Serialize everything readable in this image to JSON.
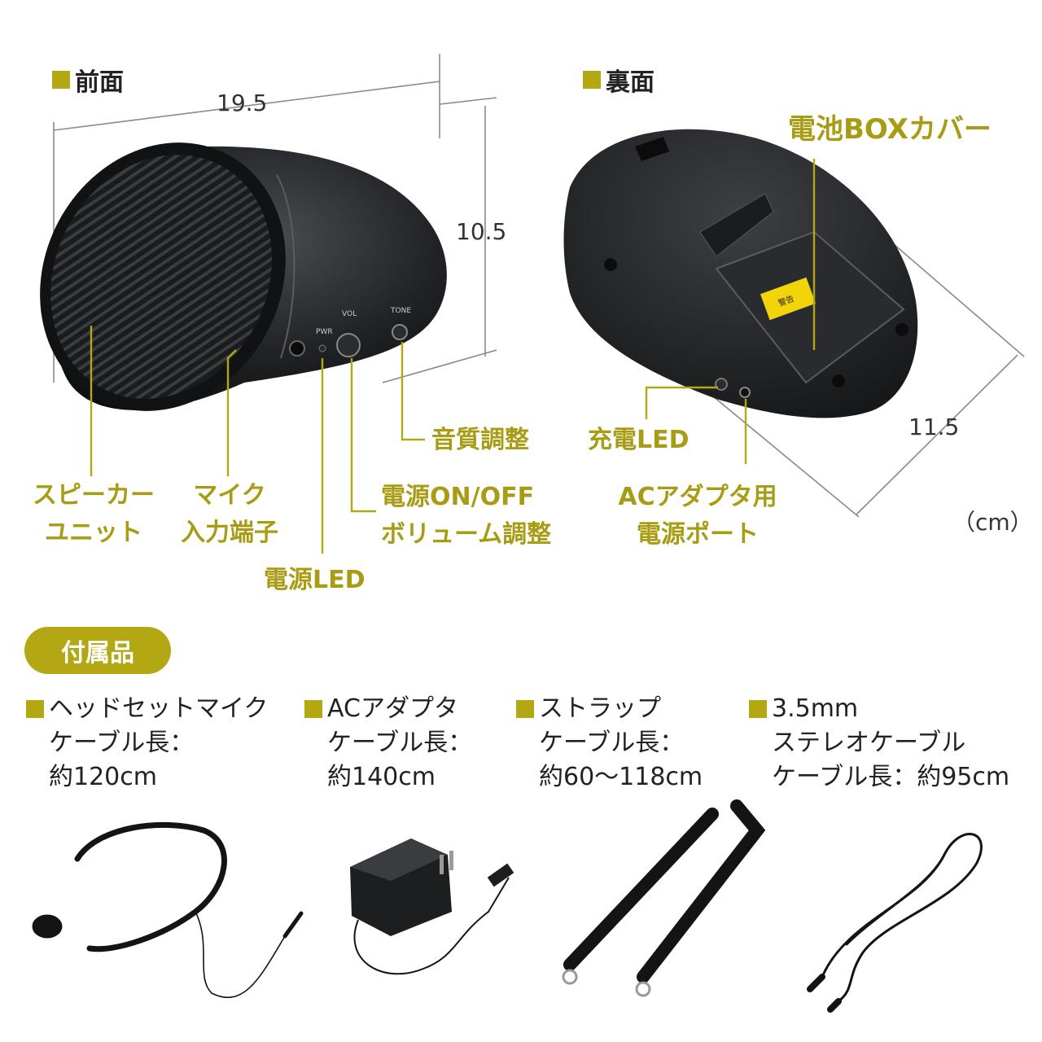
{
  "front": {
    "title": "前面",
    "width_dim": "19.5",
    "height_dim": "10.5",
    "panel_labels": {
      "vol": "VOL",
      "tone": "TONE",
      "pwr": "PWR"
    }
  },
  "back": {
    "title": "裏面",
    "depth_dim": "11.5",
    "battery_cover_label": "電池BOXカバー",
    "caution": "警告"
  },
  "callouts": {
    "speaker_unit": [
      "スピーカー",
      "ユニット"
    ],
    "mic_input": [
      "マイク",
      "入力端子"
    ],
    "power_led": "電源LED",
    "power_volume": [
      "電源ON/OFF",
      "ボリューム調整"
    ],
    "tone": "音質調整",
    "charge_led": "充電LED",
    "ac_port": [
      "ACアダプタ用",
      "電源ポート"
    ]
  },
  "unit": "（cm）",
  "accessories": {
    "title": "付属品",
    "items": [
      {
        "name": "ヘッドセットマイク",
        "lines": [
          "ケーブル長：",
          "約120cm"
        ]
      },
      {
        "name": "ACアダプタ",
        "lines": [
          "ケーブル長：",
          "約140cm"
        ]
      },
      {
        "name": "ストラップ",
        "lines": [
          "ケーブル長：",
          "約60〜118cm"
        ]
      },
      {
        "name": "3.5mm",
        "lines": [
          "ステレオケーブル",
          "ケーブル長：約95cm"
        ]
      }
    ]
  },
  "colors": {
    "accent": "#b3a814",
    "product": "#1e1f21",
    "dimension_line": "#8a8a8a"
  }
}
